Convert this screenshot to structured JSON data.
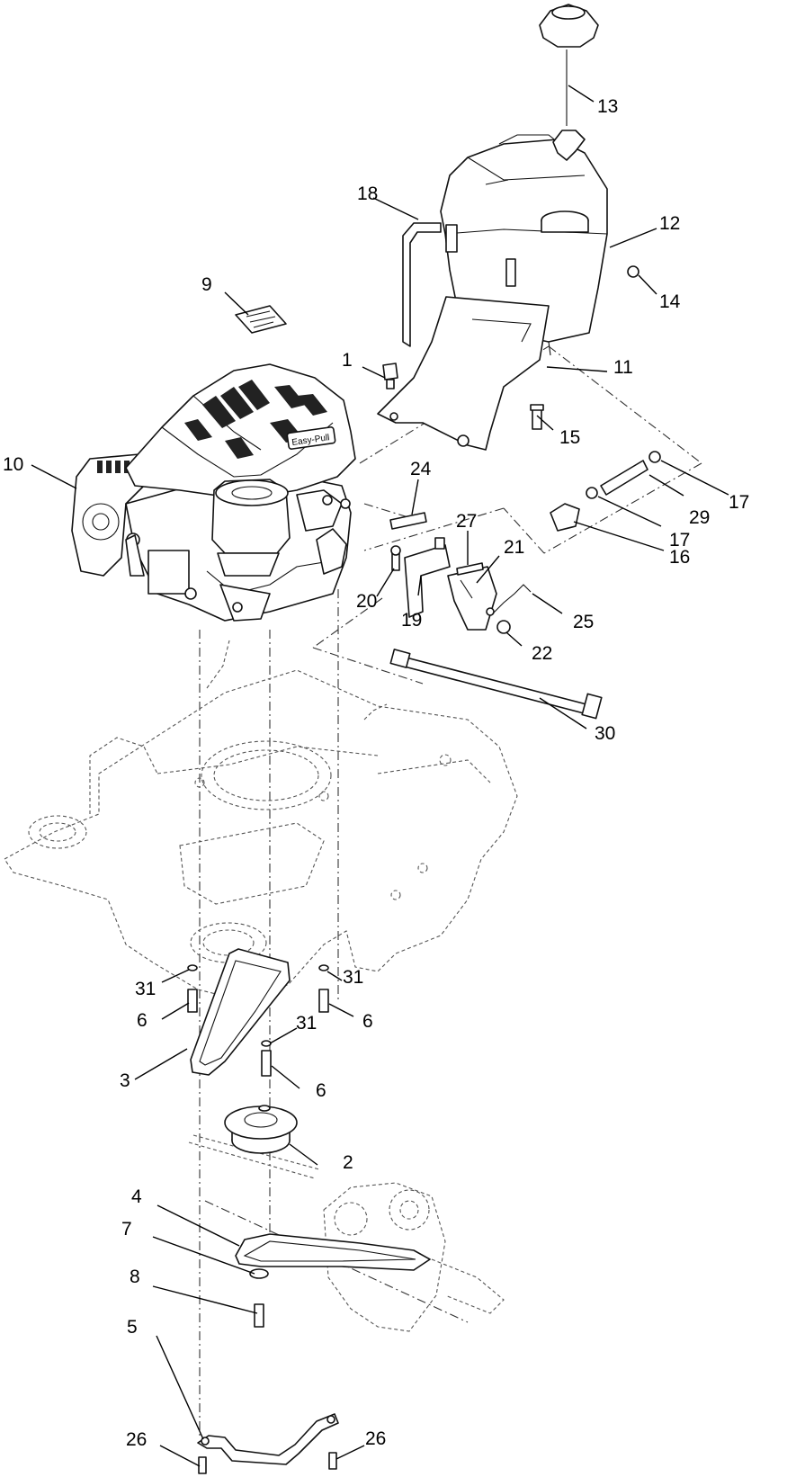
{
  "callouts": [
    {
      "id": "c1",
      "label": "1"
    },
    {
      "id": "c2",
      "label": "2"
    },
    {
      "id": "c3",
      "label": "3"
    },
    {
      "id": "c4",
      "label": "4"
    },
    {
      "id": "c5",
      "label": "5"
    },
    {
      "id": "c6a",
      "label": "6"
    },
    {
      "id": "c6b",
      "label": "6"
    },
    {
      "id": "c6c",
      "label": "6"
    },
    {
      "id": "c7",
      "label": "7"
    },
    {
      "id": "c8",
      "label": "8"
    },
    {
      "id": "c9",
      "label": "9"
    },
    {
      "id": "c10",
      "label": "10"
    },
    {
      "id": "c11",
      "label": "11"
    },
    {
      "id": "c12",
      "label": "12"
    },
    {
      "id": "c13",
      "label": "13"
    },
    {
      "id": "c14",
      "label": "14"
    },
    {
      "id": "c15",
      "label": "15"
    },
    {
      "id": "c16",
      "label": "16"
    },
    {
      "id": "c17a",
      "label": "17"
    },
    {
      "id": "c17b",
      "label": "17"
    },
    {
      "id": "c18",
      "label": "18"
    },
    {
      "id": "c19",
      "label": "19"
    },
    {
      "id": "c20",
      "label": "20"
    },
    {
      "id": "c21",
      "label": "21"
    },
    {
      "id": "c22",
      "label": "22"
    },
    {
      "id": "c24",
      "label": "24"
    },
    {
      "id": "c25",
      "label": "25"
    },
    {
      "id": "c26a",
      "label": "26"
    },
    {
      "id": "c26b",
      "label": "26"
    },
    {
      "id": "c27",
      "label": "27"
    },
    {
      "id": "c29",
      "label": "29"
    },
    {
      "id": "c30",
      "label": "30"
    },
    {
      "id": "c31a",
      "label": "31"
    },
    {
      "id": "c31b",
      "label": "31"
    },
    {
      "id": "c31c",
      "label": "31"
    }
  ],
  "engine_decal": {
    "text": "Easy-Pull"
  }
}
